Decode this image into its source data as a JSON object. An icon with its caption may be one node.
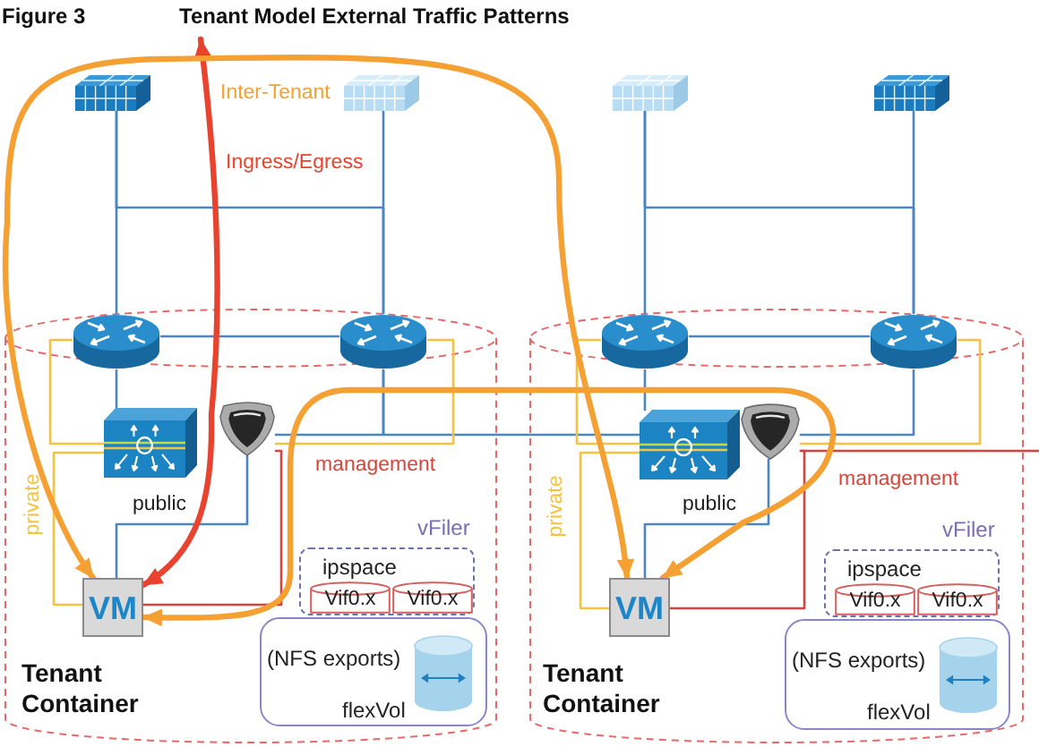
{
  "diagram": {
    "title": "Tenant Model External Traffic Patterns",
    "nodes": [
      {
        "text": [],
        "shape": "picture"
      },
      {
        "text": [],
        "shape": "picture"
      },
      {
        "text": [],
        "shape": "picture"
      },
      {
        "text": [],
        "shape": "picture"
      },
      {
        "text": [
          "Tenant Container"
        ]
      },
      {
        "text": [],
        "shape": "picture",
        "in": 4
      },
      {
        "text": [],
        "shape": "picture",
        "in": 4
      },
      {
        "text": [],
        "shape": "picture",
        "in": 4
      },
      {
        "text": [],
        "shape": "picture",
        "in": 4
      },
      {
        "text": [
          "VM"
        ],
        "in": 4
      },
      {
        "text": [
          "ipspace"
        ],
        "in": 4
      },
      {
        "text": [
          "Vif0.x"
        ],
        "in": 10
      },
      {
        "text": [
          "Vif0.x"
        ],
        "in": 10
      },
      {
        "text": [
          "(NFS exports)",
          "flexVol"
        ],
        "in": 4
      },
      {
        "text": [
          "Tenant Container"
        ]
      },
      {
        "text": [],
        "shape": "picture",
        "in": 14
      },
      {
        "text": [],
        "shape": "picture",
        "in": 14
      },
      {
        "text": [],
        "shape": "picture",
        "in": 14
      },
      {
        "text": [],
        "shape": "picture",
        "in": 14
      },
      {
        "text": [
          "VM"
        ],
        "in": 14
      },
      {
        "text": [
          "ipspace"
        ],
        "in": 14
      },
      {
        "text": [
          "Vif0.x"
        ],
        "in": 20
      },
      {
        "text": [
          "Vif0.x"
        ],
        "in": 20
      },
      {
        "text": [
          "(NFS exports)",
          "flexVol"
        ],
        "in": 14
      }
    ],
    "edges": [
      {
        "from": 0,
        "to": 5,
        "arrow": "none"
      },
      {
        "from": 1,
        "to": 6,
        "arrow": "none"
      },
      {
        "from": 2,
        "to": 15,
        "arrow": "none"
      },
      {
        "from": 3,
        "to": 16,
        "arrow": "none"
      },
      {
        "from": 5,
        "to": 6,
        "arrow": "none"
      },
      {
        "from": 15,
        "to": 16,
        "arrow": "none"
      },
      {
        "from": 5,
        "to": 7,
        "arrow": "none"
      },
      {
        "from": 15,
        "to": 17,
        "arrow": "none"
      },
      {
        "from": 8,
        "to": 6,
        "arrow": "none"
      },
      {
        "from": 6,
        "to": 17,
        "arrow": "none"
      },
      {
        "from": 16,
        "to": 18,
        "arrow": "none"
      },
      {
        "from": 5,
        "to": 7,
        "arrow": "none",
        "color": "#f5c242"
      },
      {
        "from": 8,
        "to": 6,
        "arrow": "none",
        "color": "#f5c242"
      },
      {
        "from": 15,
        "to": 17,
        "arrow": "none",
        "color": "#f5c242"
      },
      {
        "from": 18,
        "to": 16,
        "arrow": "none",
        "color": "#f5c242"
      },
      {
        "from": 7,
        "to": 9,
        "label": "private",
        "arrow": "none",
        "color": "#f5c242"
      },
      {
        "from": 17,
        "to": 19,
        "label": "private",
        "arrow": "none",
        "color": "#f5c242"
      },
      {
        "from": 8,
        "to": 9,
        "label": "public",
        "arrow": "none"
      },
      {
        "from": 18,
        "to": 19,
        "label": "public",
        "arrow": "none"
      },
      {
        "from": 8,
        "to": 9,
        "label": "management",
        "arrow": "none",
        "color": "#d6453d"
      },
      {
        "from": 18,
        "to": 19,
        "label": "management",
        "arrow": "none",
        "color": "#d6453d"
      },
      {
        "from": 18,
        "to": null,
        "arrow": "none",
        "color": "#d6453d"
      },
      {
        "from": null,
        "to": 9,
        "label": "Ingress/Egress",
        "arrow": "both",
        "style": "thick",
        "color": "#e8432e"
      },
      {
        "from": 9,
        "to": 19,
        "label": "Inter-Tenant",
        "arrow": "both",
        "style": "thick",
        "color": "#f5a033"
      },
      {
        "from": 9,
        "to": 19,
        "arrow": "both",
        "style": "thick",
        "color": "#f5a033"
      },
      {
        "from": 0,
        "to": 6,
        "arrow": "none"
      },
      {
        "from": 2,
        "to": 16,
        "arrow": "none"
      }
    ],
    "labels": [
      "Figure 3",
      "vFiler",
      "vFiler"
    ]
  }
}
